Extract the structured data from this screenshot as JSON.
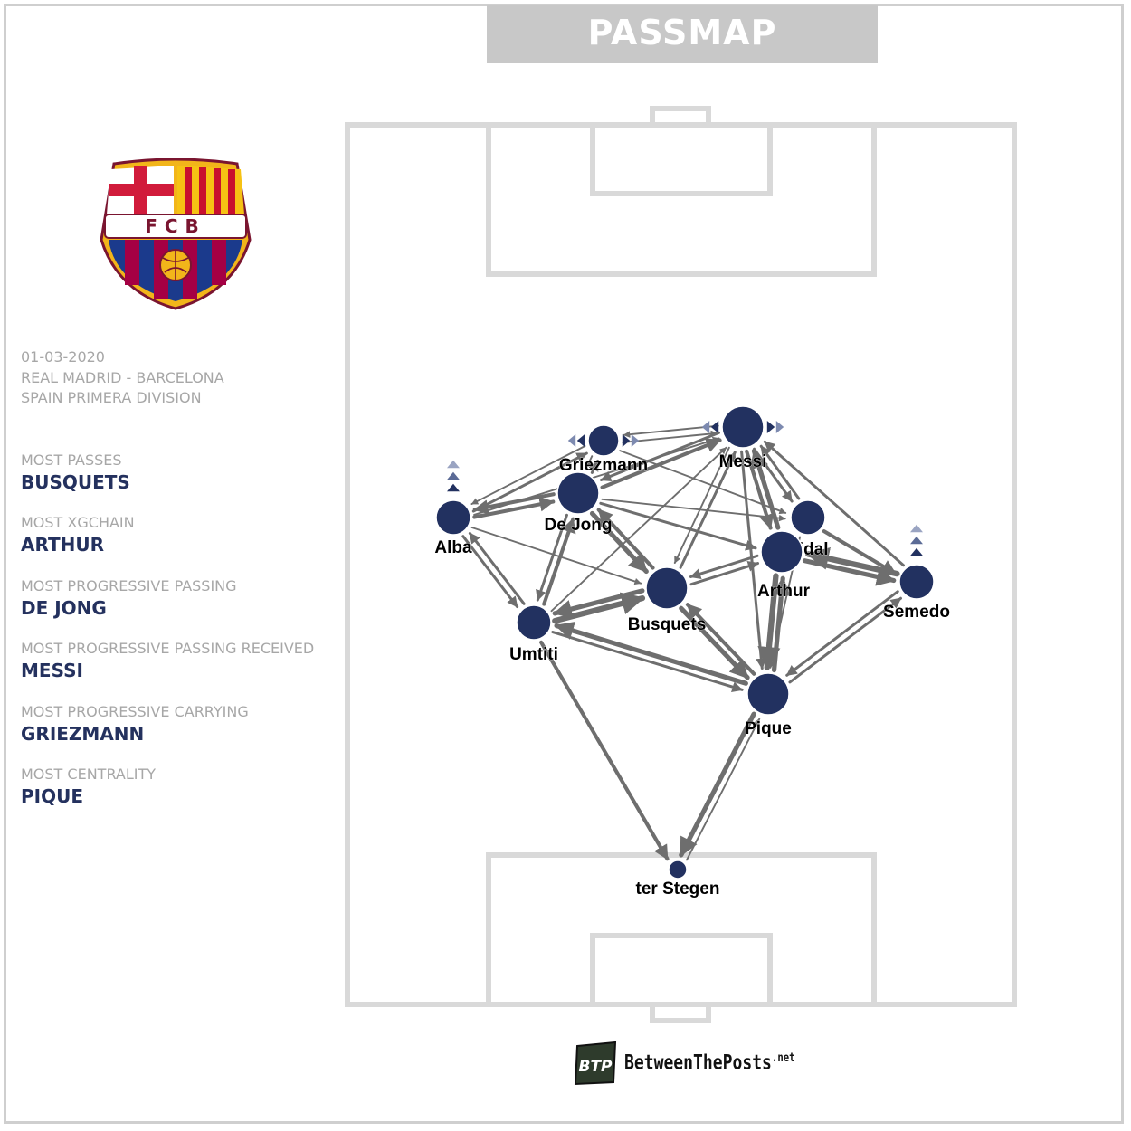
{
  "header": {
    "title": "PASSMAP"
  },
  "match": {
    "date": "01-03-2020",
    "fixture": "REAL MADRID - BARCELONA",
    "competition": "SPAIN PRIMERA DIVISION"
  },
  "stats": [
    {
      "label": "MOST PASSES",
      "value": "BUSQUETS"
    },
    {
      "label": "MOST XGCHAIN",
      "value": "ARTHUR"
    },
    {
      "label": "MOST PROGRESSIVE PASSING",
      "value": "DE JONG"
    },
    {
      "label": "MOST PROGRESSIVE PASSING RECEIVED",
      "value": "MESSI"
    },
    {
      "label": "MOST PROGRESSIVE CARRYING",
      "value": "GRIEZMANN"
    },
    {
      "label": "MOST CENTRALITY",
      "value": "PIQUE"
    }
  ],
  "crest": {
    "text": "FCB"
  },
  "brand": {
    "name": "BetweenThePosts",
    "suffix": ".net",
    "badge": "BTP"
  },
  "colors": {
    "node": "#223160",
    "edge": "#6e6e6e",
    "pitch_lines": "#d9d9d9",
    "title_bg": "#c8c8c8",
    "stat_value": "#24315e",
    "stat_label": "#a7a7a7"
  },
  "players": [
    {
      "id": "griezmann",
      "name": "Griezmann",
      "size": 1,
      "carry_markers": "left-right"
    },
    {
      "id": "messi",
      "name": "Messi",
      "size": 3,
      "carry_markers": "left-right"
    },
    {
      "id": "dejong",
      "name": "De Jong",
      "size": 3
    },
    {
      "id": "alba",
      "name": "Alba",
      "size": 2,
      "carry_markers": "up"
    },
    {
      "id": "vidal",
      "name": "Vidal",
      "size": 2
    },
    {
      "id": "arthur",
      "name": "Arthur",
      "size": 3
    },
    {
      "id": "semedo",
      "name": "Semedo",
      "size": 2,
      "carry_markers": "up"
    },
    {
      "id": "busquets",
      "name": "Busquets",
      "size": 3
    },
    {
      "id": "umtiti",
      "name": "Umtiti",
      "size": 2
    },
    {
      "id": "pique",
      "name": "Pique",
      "size": 3
    },
    {
      "id": "terstegen",
      "name": "ter Stegen",
      "size": 0
    }
  ],
  "passes": [
    {
      "from": "dejong",
      "to": "griezmann",
      "weight": 2
    },
    {
      "from": "griezmann",
      "to": "dejong",
      "weight": 1
    },
    {
      "from": "dejong",
      "to": "messi",
      "weight": 3
    },
    {
      "from": "messi",
      "to": "dejong",
      "weight": 2
    },
    {
      "from": "griezmann",
      "to": "messi",
      "weight": 1
    },
    {
      "from": "messi",
      "to": "griezmann",
      "weight": 1
    },
    {
      "from": "alba",
      "to": "dejong",
      "weight": 3
    },
    {
      "from": "dejong",
      "to": "alba",
      "weight": 3
    },
    {
      "from": "alba",
      "to": "griezmann",
      "weight": 2
    },
    {
      "from": "griezmann",
      "to": "alba",
      "weight": 1
    },
    {
      "from": "alba",
      "to": "umtiti",
      "weight": 2
    },
    {
      "from": "umtiti",
      "to": "alba",
      "weight": 2
    },
    {
      "from": "dejong",
      "to": "umtiti",
      "weight": 2
    },
    {
      "from": "umtiti",
      "to": "dejong",
      "weight": 3
    },
    {
      "from": "dejong",
      "to": "busquets",
      "weight": 4
    },
    {
      "from": "busquets",
      "to": "dejong",
      "weight": 3
    },
    {
      "from": "umtiti",
      "to": "busquets",
      "weight": 5
    },
    {
      "from": "busquets",
      "to": "umtiti",
      "weight": 4
    },
    {
      "from": "busquets",
      "to": "messi",
      "weight": 2
    },
    {
      "from": "messi",
      "to": "busquets",
      "weight": 1
    },
    {
      "from": "busquets",
      "to": "arthur",
      "weight": 2
    },
    {
      "from": "arthur",
      "to": "busquets",
      "weight": 2
    },
    {
      "from": "busquets",
      "to": "pique",
      "weight": 4
    },
    {
      "from": "pique",
      "to": "busquets",
      "weight": 3
    },
    {
      "from": "umtiti",
      "to": "pique",
      "weight": 2
    },
    {
      "from": "pique",
      "to": "umtiti",
      "weight": 4
    },
    {
      "from": "arthur",
      "to": "pique",
      "weight": 5
    },
    {
      "from": "pique",
      "to": "arthur",
      "weight": 4
    },
    {
      "from": "arthur",
      "to": "messi",
      "weight": 4
    },
    {
      "from": "messi",
      "to": "arthur",
      "weight": 3
    },
    {
      "from": "vidal",
      "to": "messi",
      "weight": 2
    },
    {
      "from": "messi",
      "to": "vidal",
      "weight": 2
    },
    {
      "from": "semedo",
      "to": "messi",
      "weight": 2
    },
    {
      "from": "semedo",
      "to": "arthur",
      "weight": 5
    },
    {
      "from": "arthur",
      "to": "semedo",
      "weight": 4
    },
    {
      "from": "vidal",
      "to": "semedo",
      "weight": 3
    },
    {
      "from": "semedo",
      "to": "pique",
      "weight": 2
    },
    {
      "from": "pique",
      "to": "semedo",
      "weight": 2
    },
    {
      "from": "dejong",
      "to": "arthur",
      "weight": 2
    },
    {
      "from": "dejong",
      "to": "vidal",
      "weight": 1
    },
    {
      "from": "griezmann",
      "to": "vidal",
      "weight": 1
    },
    {
      "from": "messi",
      "to": "pique",
      "weight": 2
    },
    {
      "from": "vidal",
      "to": "pique",
      "weight": 1
    },
    {
      "from": "pique",
      "to": "terstegen",
      "weight": 4
    },
    {
      "from": "terstegen",
      "to": "pique",
      "weight": 1
    },
    {
      "from": "umtiti",
      "to": "terstegen",
      "weight": 3
    },
    {
      "from": "alba",
      "to": "busquets",
      "weight": 1
    },
    {
      "from": "umtiti",
      "to": "messi",
      "weight": 1
    },
    {
      "from": "alba",
      "to": "messi",
      "weight": 1
    }
  ]
}
